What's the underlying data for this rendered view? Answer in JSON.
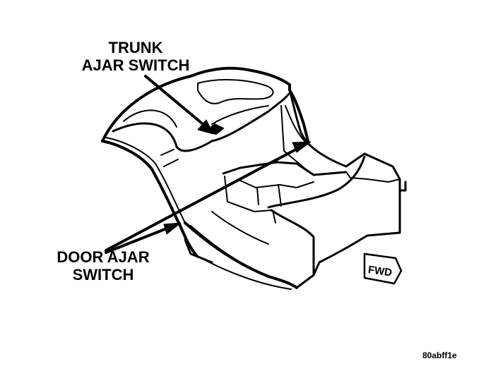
{
  "callouts": {
    "trunk_ajar_switch": [
      "TRUNK",
      "AJAR SWITCH"
    ],
    "door_ajar_switch": [
      "DOOR AJAR",
      "SWITCH"
    ]
  },
  "direction_badge": "FWD",
  "figure_code": "80abff1e",
  "colors": {
    "ink": "#000000",
    "paper": "#ffffff"
  }
}
